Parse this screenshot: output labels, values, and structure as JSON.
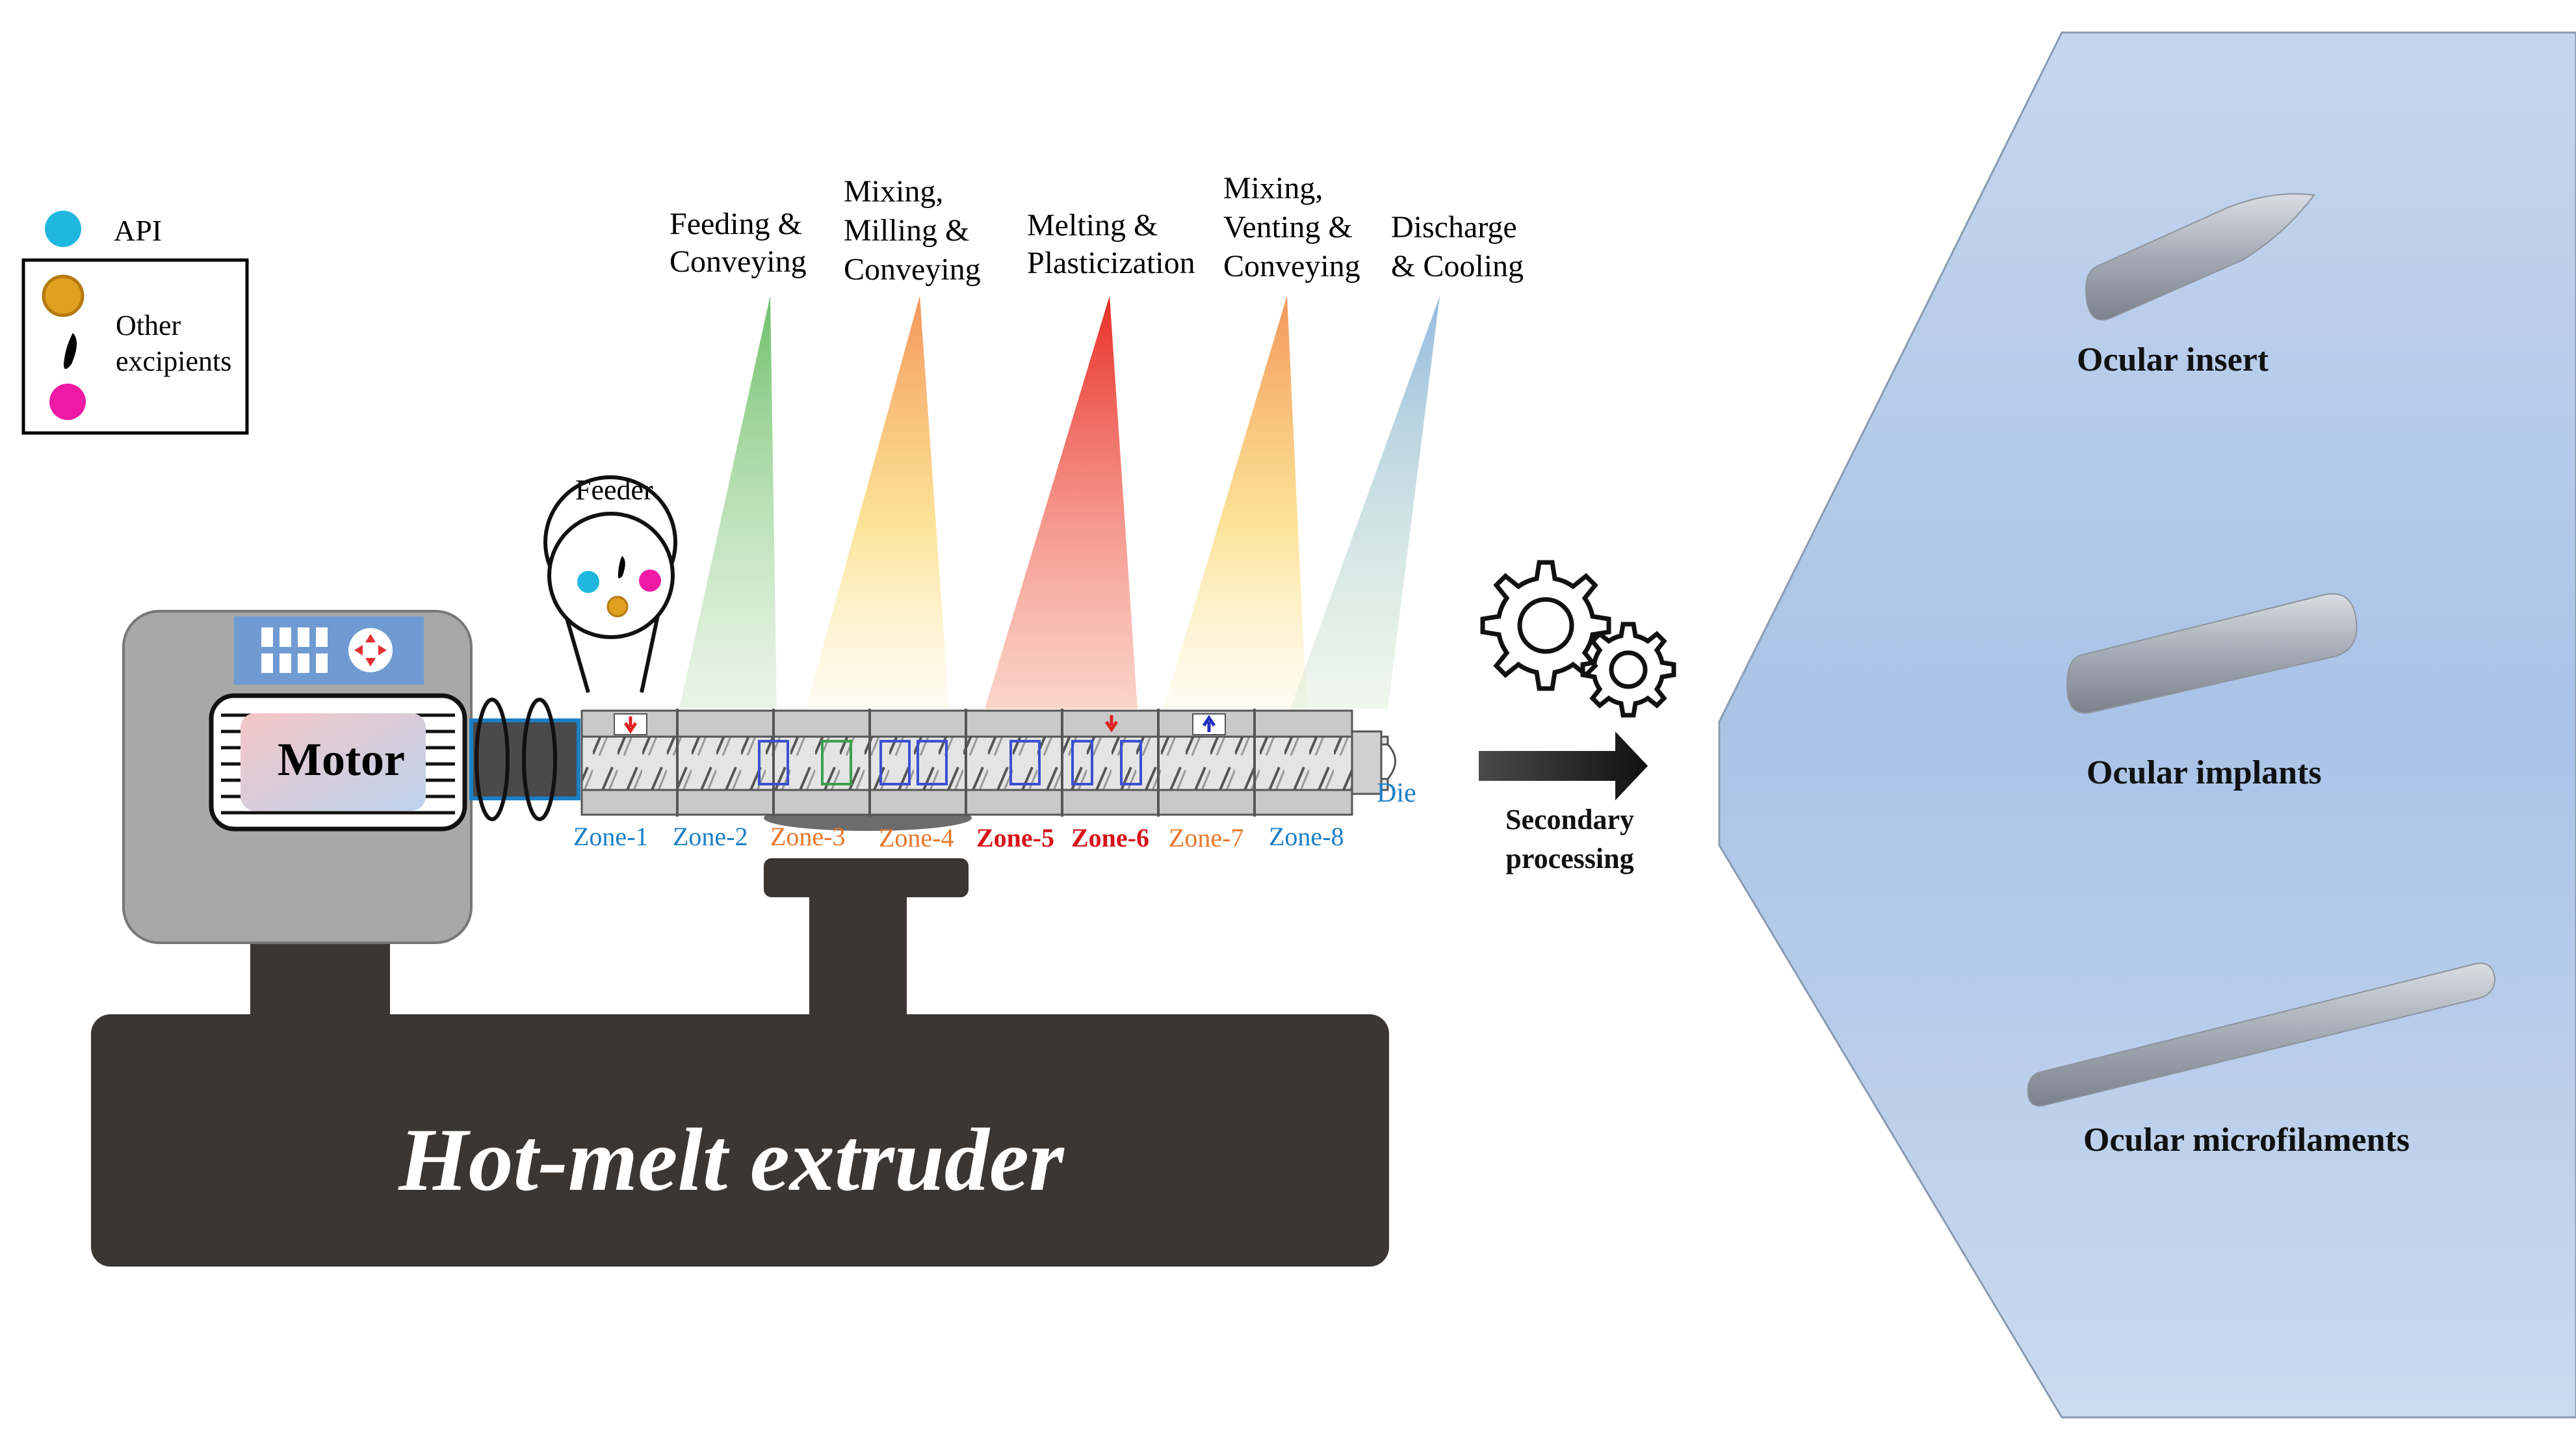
{
  "legend": {
    "api_label": "API",
    "other_label_line1": "Other",
    "other_label_line2": "excipients",
    "api_color": "#1fb7e0",
    "gold_color": "#e0a020",
    "magenta_color": "#ee1aa6"
  },
  "feeder": {
    "label": "Feeder"
  },
  "motor": {
    "label": "Motor"
  },
  "base": {
    "label": "Hot-melt extruder"
  },
  "stages": [
    {
      "line1": "Feeding &",
      "line2": "Conveying",
      "line3": "",
      "color": "#7fc97a"
    },
    {
      "line1": "Mixing,",
      "line2": "Milling &",
      "line3": "Conveying",
      "color": "#f5a15a"
    },
    {
      "line1": "Melting &",
      "line2": "Plasticization",
      "line3": "",
      "color": "#ee3b2a"
    },
    {
      "line1": "Mixing,",
      "line2": "Venting &",
      "line3": "Conveying",
      "color": "#f5a15a"
    },
    {
      "line1": "Discharge",
      "line2": "& Cooling",
      "line3": "",
      "color": "#8fb2dc"
    }
  ],
  "zones": [
    {
      "label": "Zone-1",
      "color": "#1a7fc6"
    },
    {
      "label": "Zone-2",
      "color": "#1a7fc6"
    },
    {
      "label": "Zone-3",
      "color": "#e8772b"
    },
    {
      "label": "Zone-4",
      "color": "#e8772b"
    },
    {
      "label": "Zone-5",
      "color": "#d8141a"
    },
    {
      "label": "Zone-6",
      "color": "#d8141a"
    },
    {
      "label": "Zone-7",
      "color": "#e8772b"
    },
    {
      "label": "Zone-8",
      "color": "#1a7fc6"
    }
  ],
  "die": {
    "label": "Die",
    "color": "#1a7fc6"
  },
  "secondary": {
    "line1": "Secondary",
    "line2": "processing"
  },
  "products": [
    {
      "label": "Ocular insert"
    },
    {
      "label": "Ocular implants"
    },
    {
      "label": "Ocular microfilaments"
    }
  ],
  "colors": {
    "base": "#3a3634",
    "motor_housing": "#a8a8a8",
    "panel_blue": "#6f9bd2",
    "barrel": "#c8c8c8",
    "panel_gradient_top": "#c9d8ee",
    "panel_gradient_bottom": "#9dbbe4"
  }
}
